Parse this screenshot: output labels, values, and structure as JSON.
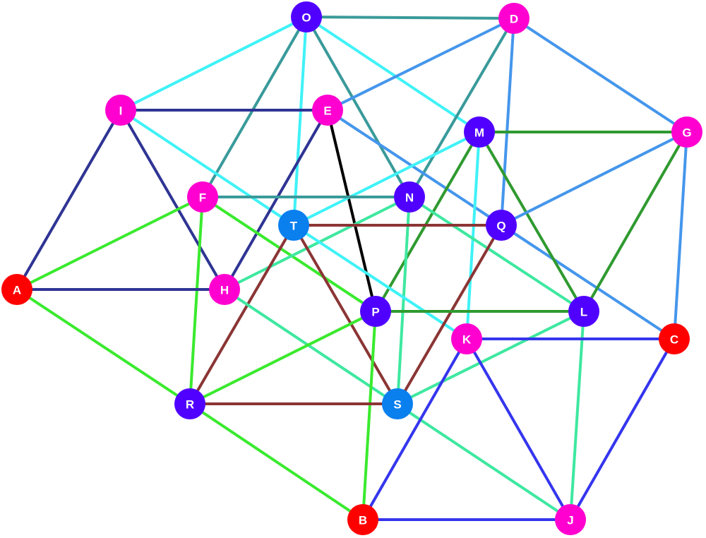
{
  "colors": {
    "red": "#ff0000",
    "magenta": "#ff00d0",
    "purple": "#5000ff",
    "blue": "#0a7fee",
    "edge_cyan": "#3ff2f7",
    "edge_teal": "#3a9a9a",
    "edge_navy": "#2f3494",
    "edge_skyblue": "#4596ec",
    "edge_green": "#3aea2e",
    "edge_forest": "#2f9a2f",
    "edge_mint": "#3ee8a0",
    "edge_brown": "#8b3535",
    "edge_royal": "#3535ee",
    "edge_black": "#000000"
  },
  "nodes": [
    {
      "id": "O",
      "label": "O",
      "color": "purple"
    },
    {
      "id": "D",
      "label": "D",
      "color": "magenta"
    },
    {
      "id": "I",
      "label": "I",
      "color": "magenta"
    },
    {
      "id": "E",
      "label": "E",
      "color": "magenta"
    },
    {
      "id": "M",
      "label": "M",
      "color": "purple"
    },
    {
      "id": "G",
      "label": "G",
      "color": "magenta"
    },
    {
      "id": "F",
      "label": "F",
      "color": "magenta"
    },
    {
      "id": "N",
      "label": "N",
      "color": "purple"
    },
    {
      "id": "T",
      "label": "T",
      "color": "blue"
    },
    {
      "id": "Q",
      "label": "Q",
      "color": "purple"
    },
    {
      "id": "A",
      "label": "A",
      "color": "red"
    },
    {
      "id": "H",
      "label": "H",
      "color": "magenta"
    },
    {
      "id": "P",
      "label": "P",
      "color": "purple"
    },
    {
      "id": "L",
      "label": "L",
      "color": "purple"
    },
    {
      "id": "K",
      "label": "K",
      "color": "magenta"
    },
    {
      "id": "C",
      "label": "C",
      "color": "red"
    },
    {
      "id": "R",
      "label": "R",
      "color": "purple"
    },
    {
      "id": "S",
      "label": "S",
      "color": "blue"
    },
    {
      "id": "B",
      "label": "B",
      "color": "red"
    },
    {
      "id": "J",
      "label": "J",
      "color": "magenta"
    }
  ],
  "edges": [
    {
      "from": "O",
      "to": "D",
      "color": "edge_teal"
    },
    {
      "from": "O",
      "to": "I",
      "color": "edge_cyan"
    },
    {
      "from": "O",
      "to": "F",
      "color": "edge_teal"
    },
    {
      "from": "O",
      "to": "T",
      "color": "edge_cyan"
    },
    {
      "from": "O",
      "to": "N",
      "color": "edge_teal"
    },
    {
      "from": "O",
      "to": "M",
      "color": "edge_cyan"
    },
    {
      "from": "D",
      "to": "E",
      "color": "edge_skyblue"
    },
    {
      "from": "D",
      "to": "N",
      "color": "edge_teal"
    },
    {
      "from": "D",
      "to": "Q",
      "color": "edge_skyblue"
    },
    {
      "from": "D",
      "to": "G",
      "color": "edge_skyblue"
    },
    {
      "from": "I",
      "to": "E",
      "color": "edge_navy"
    },
    {
      "from": "I",
      "to": "A",
      "color": "edge_navy"
    },
    {
      "from": "I",
      "to": "H",
      "color": "edge_navy"
    },
    {
      "from": "I",
      "to": "T",
      "color": "edge_cyan"
    },
    {
      "from": "E",
      "to": "H",
      "color": "edge_navy"
    },
    {
      "from": "E",
      "to": "P",
      "color": "edge_black"
    },
    {
      "from": "E",
      "to": "C",
      "color": "edge_skyblue"
    },
    {
      "from": "M",
      "to": "G",
      "color": "edge_forest"
    },
    {
      "from": "M",
      "to": "T",
      "color": "edge_cyan"
    },
    {
      "from": "M",
      "to": "P",
      "color": "edge_forest"
    },
    {
      "from": "M",
      "to": "L",
      "color": "edge_forest"
    },
    {
      "from": "M",
      "to": "K",
      "color": "edge_cyan"
    },
    {
      "from": "G",
      "to": "Q",
      "color": "edge_skyblue"
    },
    {
      "from": "G",
      "to": "L",
      "color": "edge_forest"
    },
    {
      "from": "G",
      "to": "C",
      "color": "edge_skyblue"
    },
    {
      "from": "F",
      "to": "N",
      "color": "edge_teal"
    },
    {
      "from": "F",
      "to": "A",
      "color": "edge_green"
    },
    {
      "from": "F",
      "to": "R",
      "color": "edge_green"
    },
    {
      "from": "F",
      "to": "P",
      "color": "edge_green"
    },
    {
      "from": "N",
      "to": "H",
      "color": "edge_mint"
    },
    {
      "from": "N",
      "to": "S",
      "color": "edge_mint"
    },
    {
      "from": "N",
      "to": "L",
      "color": "edge_mint"
    },
    {
      "from": "T",
      "to": "Q",
      "color": "edge_brown"
    },
    {
      "from": "T",
      "to": "R",
      "color": "edge_brown"
    },
    {
      "from": "T",
      "to": "S",
      "color": "edge_brown"
    },
    {
      "from": "T",
      "to": "K",
      "color": "edge_cyan"
    },
    {
      "from": "Q",
      "to": "S",
      "color": "edge_brown"
    },
    {
      "from": "A",
      "to": "H",
      "color": "edge_navy"
    },
    {
      "from": "A",
      "to": "R",
      "color": "edge_green"
    },
    {
      "from": "H",
      "to": "J",
      "color": "edge_mint"
    },
    {
      "from": "P",
      "to": "L",
      "color": "edge_forest"
    },
    {
      "from": "P",
      "to": "R",
      "color": "edge_green"
    },
    {
      "from": "P",
      "to": "B",
      "color": "edge_green"
    },
    {
      "from": "L",
      "to": "S",
      "color": "edge_mint"
    },
    {
      "from": "L",
      "to": "J",
      "color": "edge_mint"
    },
    {
      "from": "K",
      "to": "C",
      "color": "edge_royal"
    },
    {
      "from": "K",
      "to": "B",
      "color": "edge_royal"
    },
    {
      "from": "K",
      "to": "J",
      "color": "edge_royal"
    },
    {
      "from": "C",
      "to": "J",
      "color": "edge_royal"
    },
    {
      "from": "R",
      "to": "S",
      "color": "edge_brown"
    },
    {
      "from": "R",
      "to": "B",
      "color": "edge_green"
    },
    {
      "from": "B",
      "to": "J",
      "color": "edge_royal"
    }
  ]
}
